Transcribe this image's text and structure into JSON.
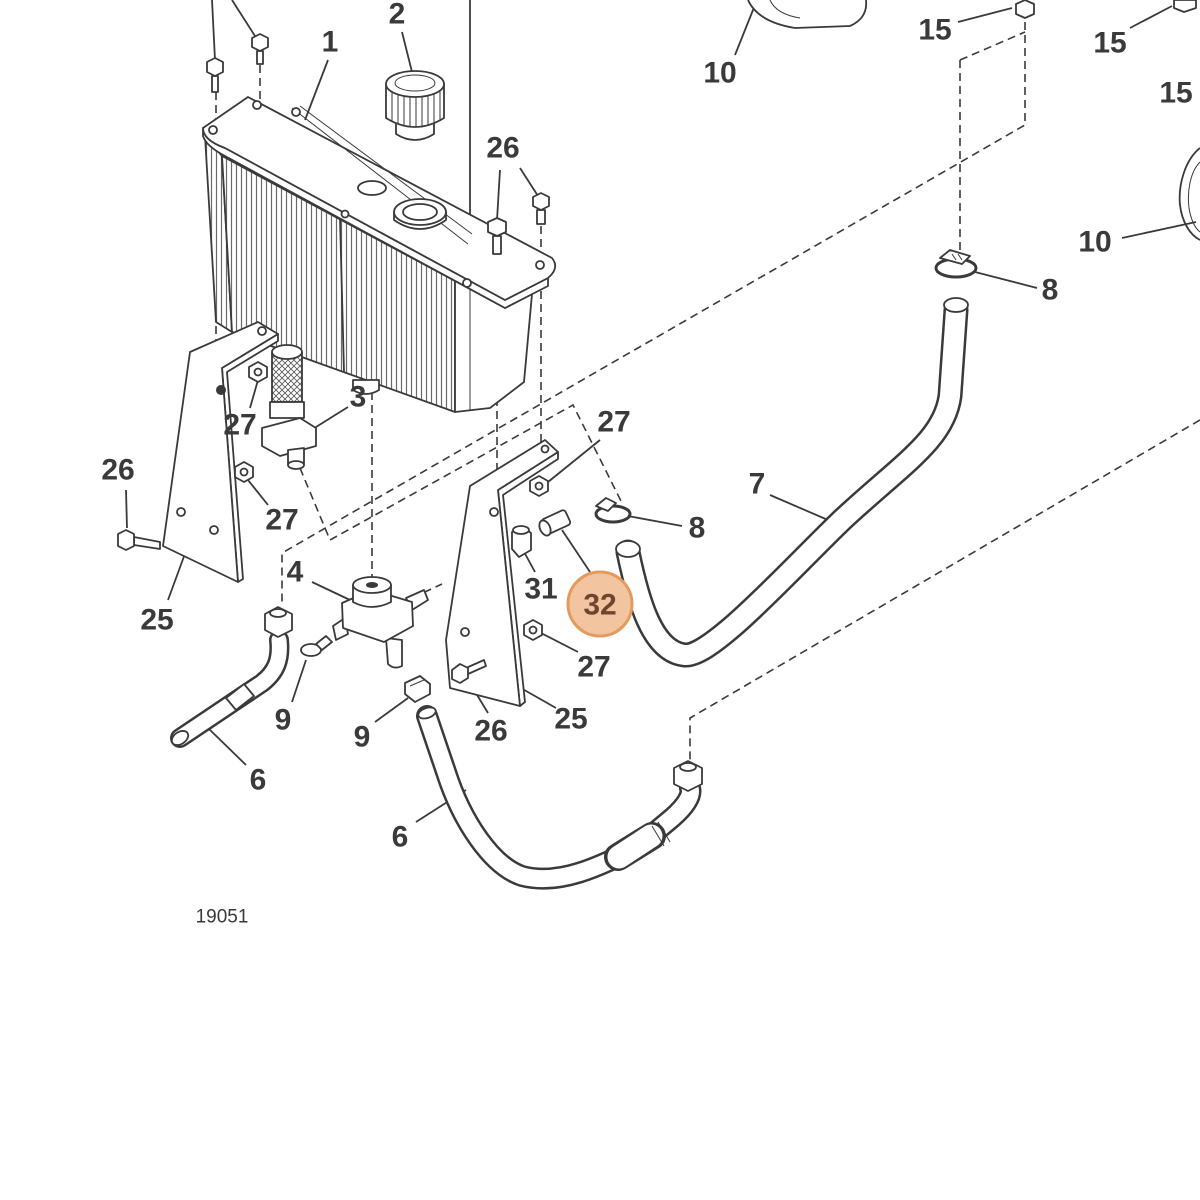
{
  "diagram": {
    "callouts": [
      "2",
      "1",
      "26",
      "27",
      "3",
      "26",
      "27",
      "25",
      "4",
      "27",
      "8",
      "7",
      "31",
      "27",
      "25",
      "26",
      "9",
      "9",
      "6",
      "6",
      "10",
      "15",
      "15",
      "15",
      "10",
      "8"
    ],
    "highlighted_callout": "32",
    "figure_number": "19051"
  },
  "colors": {
    "line": "#3a3a3a",
    "background": "#ffffff",
    "highlight_fill": "#f2c4a0",
    "highlight_stroke": "#e49a5c",
    "highlight_text": "#6e4630"
  }
}
